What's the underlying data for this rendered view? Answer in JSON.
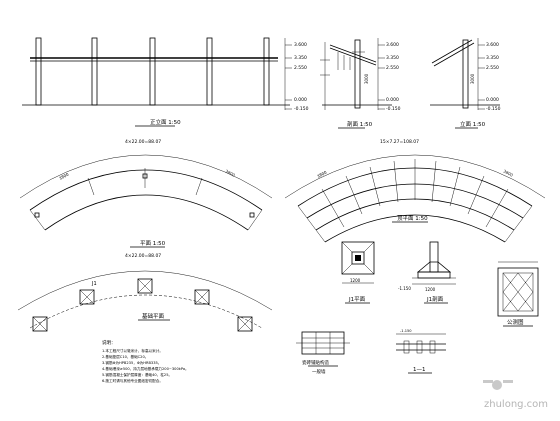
{
  "drawing": {
    "titles": {
      "front_elevation": "正立面 1:50",
      "section": "剖面 1:50",
      "side_elevation": "立面 1:50",
      "plan_left": "平面 1:50",
      "plan_right": "顶平面 1:50",
      "foundation_plan": "基础平面",
      "footing_plan": "J1平面",
      "footing_section": "J1剖面",
      "gable_detail": "公测图",
      "section_1_1": "1—1",
      "tile_detail": "瓷砖铺贴构造"
    },
    "level_marks": {
      "front": [
        "3.600",
        "3.350",
        "2.550",
        "0.000",
        "-0.150"
      ],
      "section": [
        "3.600",
        "3.350",
        "2.550",
        "0.000",
        "-0.150"
      ],
      "side": [
        "3.600",
        "3.350",
        "2.550",
        "0.000",
        "-0.150"
      ]
    },
    "dims": {
      "arc_top_left": "4×22.00=88.07",
      "arc_top_right": "15×7.27=108.07",
      "arc_bottom_left": "4×22.00=88.07",
      "radius_left_a": "3800",
      "radius_left_b": "3800",
      "radius_right_a": "3800",
      "radius_right_b": "3800",
      "section_h": "3000",
      "side_h": "3000",
      "footing_w": "1200",
      "footing_w2": "1200"
    },
    "labels": {
      "column_tag": "J1",
      "notes_head": "说明：",
      "notes": [
        "1.本工程尺寸以毫米计，标高以米计。",
        "2.基础垫层C10，基础C20。",
        "3.钢筋Φ为HPB235，Φ为HRB335。",
        "4.基础埋深≥500，持力层地基承载力200~300kPa。",
        "5.钢筋混凝土保护层厚度：基础40，柱25。",
        "6.施工时请与其他专业图纸密切配合。"
      ],
      "section_label_bottom": "一般墙",
      "elev_bottom": "-1.150",
      "elev_bottom2": "-1.150"
    },
    "watermark": {
      "text": "zhulong.com"
    }
  }
}
